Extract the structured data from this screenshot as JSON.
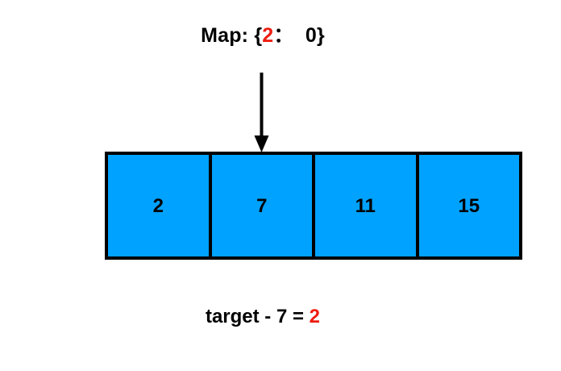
{
  "diagram": {
    "map_label": {
      "prefix": "Map: {",
      "key": "2",
      "separator": "：  ",
      "value": "0",
      "suffix": "}"
    },
    "arrow": {
      "icon": "down-arrow-icon",
      "points_to_index": 1
    },
    "array": {
      "cells": [
        {
          "value": "2",
          "index": "0"
        },
        {
          "value": "7",
          "index": "1"
        },
        {
          "value": "11",
          "index": "2"
        },
        {
          "value": "15",
          "index": "3"
        }
      ]
    },
    "equation": {
      "expression": "target - 7 = ",
      "result": "2"
    },
    "colors": {
      "cell_fill": "#00a2ff",
      "border": "#000000",
      "highlight": "#ee1c10",
      "text": "#000000",
      "background": "#ffffff"
    }
  }
}
